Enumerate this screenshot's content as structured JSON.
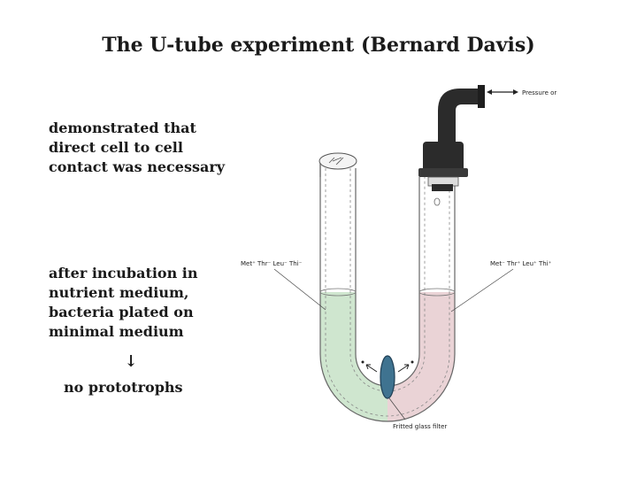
{
  "title": "The U-tube experiment (Bernard Davis)",
  "conclusion_lines": [
    "demonstrated that",
    "direct cell to cell",
    "contact was necessary"
  ],
  "procedure_lines": [
    "after incubation in",
    "nutrient medium,",
    "bacteria plated on",
    "minimal medium"
  ],
  "arrow_symbol": "↓",
  "result": "no prototrophs",
  "diagram": {
    "pressure_label": "Pressure or",
    "left_strain_label": "Met⁺ Thr⁻ Leu⁻ Thi⁻",
    "right_strain_label": "Met⁻ Thr⁺ Leu⁺ Thi⁺",
    "filter_label": "Fritted glass filter",
    "colors": {
      "left_medium": "#cfe6cf",
      "right_medium": "#ead3d6",
      "filter": "#3f7390",
      "stopper": "#2b2b2b"
    }
  }
}
